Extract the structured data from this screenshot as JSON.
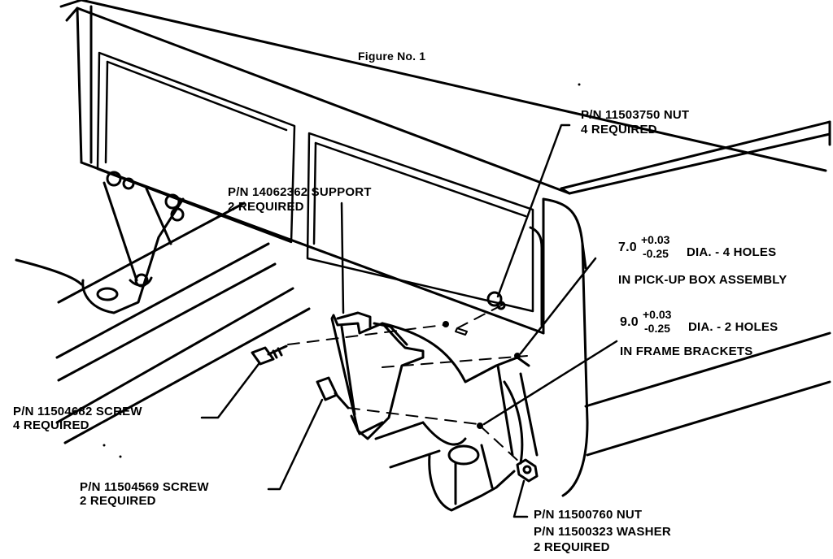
{
  "figure": {
    "title": "Figure No. 1"
  },
  "callouts": {
    "nut_top": {
      "line1": "P/N 11503750 NUT",
      "line2": "4 REQUIRED"
    },
    "support": {
      "line1": "P/N 14062362 SUPPORT",
      "line2": "2 REQUIRED"
    },
    "holes_box": {
      "base": "7.0",
      "tol_plus": "+0.03",
      "tol_minus": "-0.25",
      "suffix": "DIA. - 4 HOLES",
      "line2": "IN PICK-UP BOX ASSEMBLY"
    },
    "holes_frame": {
      "base": "9.0",
      "tol_plus": "+0.03",
      "tol_minus": "-0.25",
      "suffix": "DIA. - 2 HOLES",
      "line2": "IN FRAME BRACKETS"
    },
    "screw_a": {
      "line1": "P/N 11504682 SCREW",
      "line2": "4 REQUIRED"
    },
    "screw_b": {
      "line1": "P/N 11504569 SCREW",
      "line2": "2 REQUIRED"
    },
    "nut_washer": {
      "line1": "P/N 11500760 NUT",
      "line2": "P/N 11500323 WASHER",
      "line3": "2 REQUIRED"
    }
  }
}
